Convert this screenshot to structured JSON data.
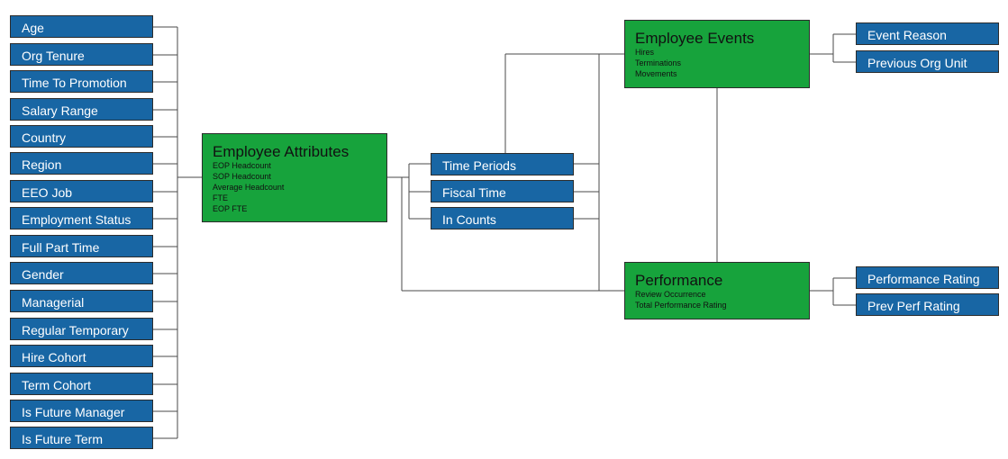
{
  "dimensions": [
    "Age",
    "Org Tenure",
    "Time To Promotion",
    "Salary Range",
    "Country",
    "Region",
    "EEO Job",
    "Employment Status",
    "Full Part Time",
    "Gender",
    "Managerial",
    "Regular Temporary",
    "Hire Cohort",
    "Term Cohort",
    "Is Future Manager",
    "Is Future Term"
  ],
  "employee_attributes": {
    "title": "Employee Attributes",
    "measures": [
      "EOP Headcount",
      "SOP Headcount",
      "Average Headcount",
      "FTE",
      "EOP FTE"
    ]
  },
  "time_dimensions": [
    "Time Periods",
    "Fiscal Time",
    "In Counts"
  ],
  "employee_events": {
    "title": "Employee Events",
    "measures": [
      "Hires",
      "Terminations",
      "Movements"
    ],
    "related": [
      "Event Reason",
      "Previous Org Unit"
    ]
  },
  "performance": {
    "title": "Performance",
    "measures": [
      "Review Occurrence",
      "Total Performance Rating"
    ],
    "related": [
      "Performance Rating",
      "Prev Perf Rating"
    ]
  },
  "colors": {
    "dimension_box": "#1866a4",
    "fact_box": "#17a33c",
    "connector": "#4a4a4a"
  }
}
